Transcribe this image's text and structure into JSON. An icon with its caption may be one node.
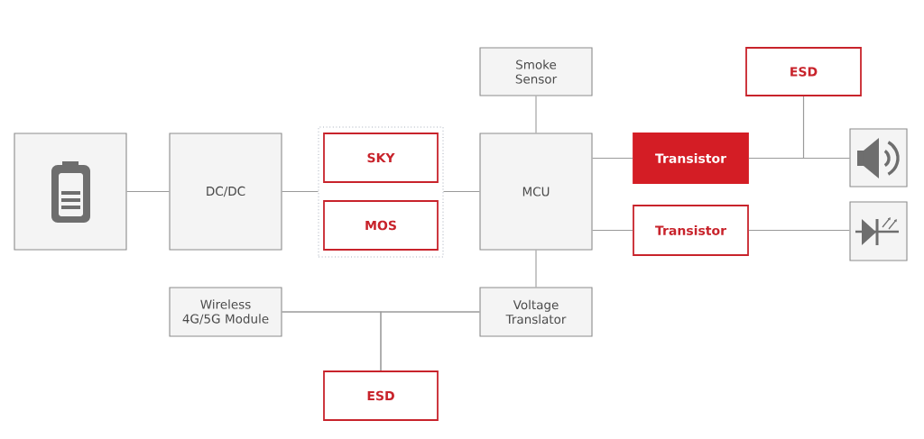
{
  "diagram": {
    "nodes": [
      {
        "text": [],
        "shape": "picture"
      },
      {
        "text": [
          "DC/DC"
        ]
      },
      {
        "text": [],
        "shape": "box"
      },
      {
        "text": [
          "SKY"
        ],
        "in": 2
      },
      {
        "text": [
          "MOS"
        ],
        "in": 2
      },
      {
        "text": [
          "Smoke Sensor"
        ]
      },
      {
        "text": [
          "MCU"
        ]
      },
      {
        "text": [
          "Transistor"
        ]
      },
      {
        "text": [
          "Transistor"
        ]
      },
      {
        "text": [
          "ESD"
        ]
      },
      {
        "text": [],
        "shape": "picture"
      },
      {
        "text": [],
        "shape": "picture"
      },
      {
        "text": [
          "Wireless 4G/5G Module"
        ]
      },
      {
        "text": [
          "Voltage Translator"
        ]
      },
      {
        "text": [
          "ESD"
        ]
      }
    ],
    "edges": [
      {
        "from": 0,
        "to": 1,
        "arrow": "none"
      },
      {
        "from": 1,
        "to": 2,
        "arrow": "none"
      },
      {
        "from": 2,
        "to": 6,
        "arrow": "none"
      },
      {
        "from": 5,
        "to": 6,
        "arrow": "none"
      },
      {
        "from": 6,
        "to": 7,
        "arrow": "none"
      },
      {
        "from": 7,
        "to": 10,
        "arrow": "none"
      },
      {
        "from": 9,
        "to": 7,
        "arrow": "none"
      },
      {
        "from": 9,
        "to": 10,
        "arrow": "none"
      },
      {
        "from": 6,
        "to": 8,
        "arrow": "none"
      },
      {
        "from": 8,
        "to": 11,
        "arrow": "none"
      },
      {
        "from": 6,
        "to": 13,
        "arrow": "none"
      },
      {
        "from": 12,
        "to": 13,
        "arrow": "none"
      },
      {
        "from": 14,
        "to": 12,
        "arrow": "none"
      },
      {
        "from": 14,
        "to": 13,
        "arrow": "none"
      }
    ]
  }
}
